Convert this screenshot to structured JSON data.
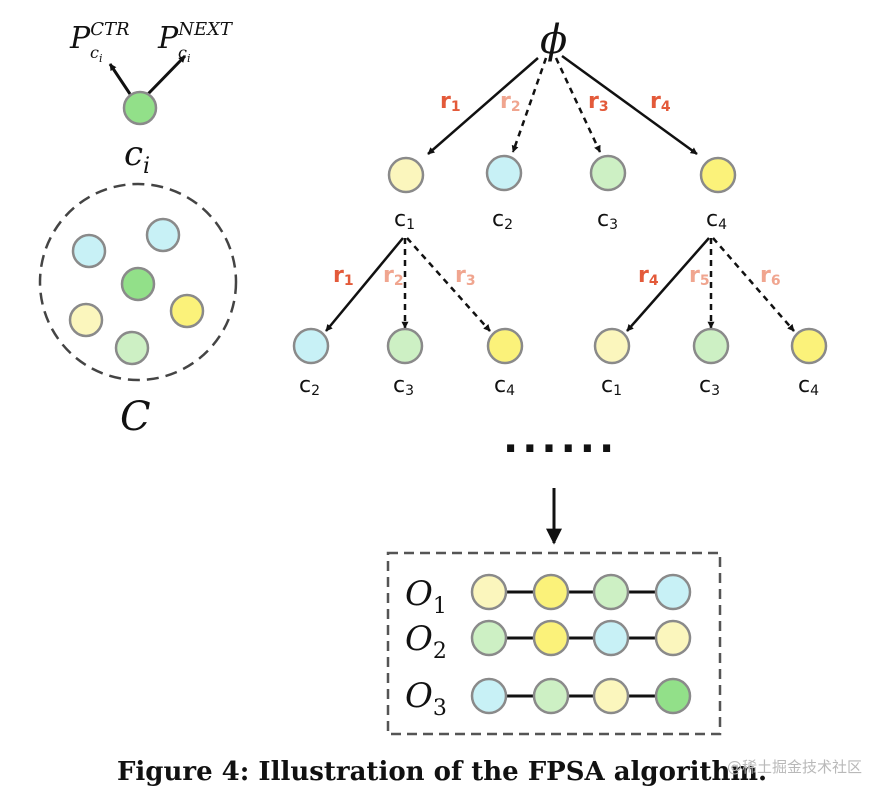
{
  "colors": {
    "yellow_pale": "#fbf6bd",
    "cyan": "#c8f1f6",
    "green_pale": "#cdf0c4",
    "yellow": "#fbf27a",
    "green": "#92e089",
    "red_solid": "#e35a3a",
    "red_faded": "#f0a58f"
  },
  "legend": {
    "p_symbol": "P",
    "p_ctr_sup": "CTR",
    "p_next_sup": "NEXT",
    "sub_c": "c",
    "sub_i": "i",
    "ci_main": "c",
    "ci_sub": "i",
    "set_label": "C"
  },
  "tree": {
    "root": "ϕ",
    "level1_edges": [
      "r",
      "r",
      "r",
      "r"
    ],
    "level1_edge_subs": [
      "1",
      "2",
      "3",
      "4"
    ],
    "level1_nodes": [
      "c",
      "c",
      "c",
      "c"
    ],
    "level1_node_subs": [
      "1",
      "2",
      "3",
      "4"
    ],
    "level2_left_edges": [
      "r",
      "r",
      "r"
    ],
    "level2_left_edge_subs": [
      "1",
      "2",
      "3"
    ],
    "level2_left_nodes": [
      "c",
      "c",
      "c"
    ],
    "level2_left_node_subs": [
      "2",
      "3",
      "4"
    ],
    "level2_right_edges": [
      "r",
      "r",
      "r"
    ],
    "level2_right_edge_subs": [
      "4",
      "5",
      "6"
    ],
    "level2_right_nodes": [
      "c",
      "c",
      "c"
    ],
    "level2_right_node_subs": [
      "1",
      "3",
      "4"
    ],
    "ellipsis": "......"
  },
  "outputs": {
    "rows": [
      {
        "label": "O",
        "sub": "1"
      },
      {
        "label": "O",
        "sub": "2"
      },
      {
        "label": "O",
        "sub": "3"
      }
    ]
  },
  "caption": "Figure 4: Illustration of the FPSA algorithm.",
  "watermark": "@稀土掘金技术社区"
}
